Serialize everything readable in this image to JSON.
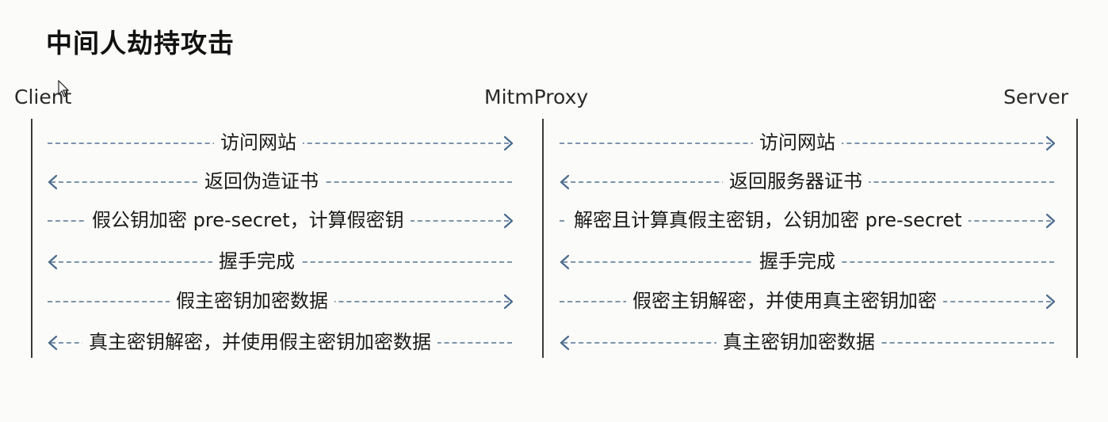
{
  "title": "中间人劫持攻击",
  "actors": {
    "client": "Client",
    "proxy": "MitmProxy",
    "server": "Server"
  },
  "colors": {
    "arrow": "#7d94ab",
    "arrow_head": "#4a6b8e",
    "lifeline": "#3a3a3a",
    "background": "#fbfbf9"
  },
  "messages": {
    "client_proxy": [
      {
        "text": "访问网站",
        "direction": "right"
      },
      {
        "text": "返回伪造证书",
        "direction": "left"
      },
      {
        "text": "假公钥加密 pre-secret，计算假密钥",
        "direction": "right"
      },
      {
        "text": "握手完成",
        "direction": "left"
      },
      {
        "text": "假主密钥加密数据",
        "direction": "right"
      },
      {
        "text": "真主密钥解密，并使用假主密钥加密数据",
        "direction": "left"
      }
    ],
    "proxy_server": [
      {
        "text": "访问网站",
        "direction": "right"
      },
      {
        "text": "返回服务器证书",
        "direction": "left"
      },
      {
        "text": "解密且计算真假主密钥，公钥加密 pre-secret",
        "direction": "right"
      },
      {
        "text": "握手完成",
        "direction": "left"
      },
      {
        "text": "假密主钥解密，并使用真主密钥加密",
        "direction": "right"
      },
      {
        "text": "真主密钥加密数据",
        "direction": "left"
      }
    ]
  }
}
